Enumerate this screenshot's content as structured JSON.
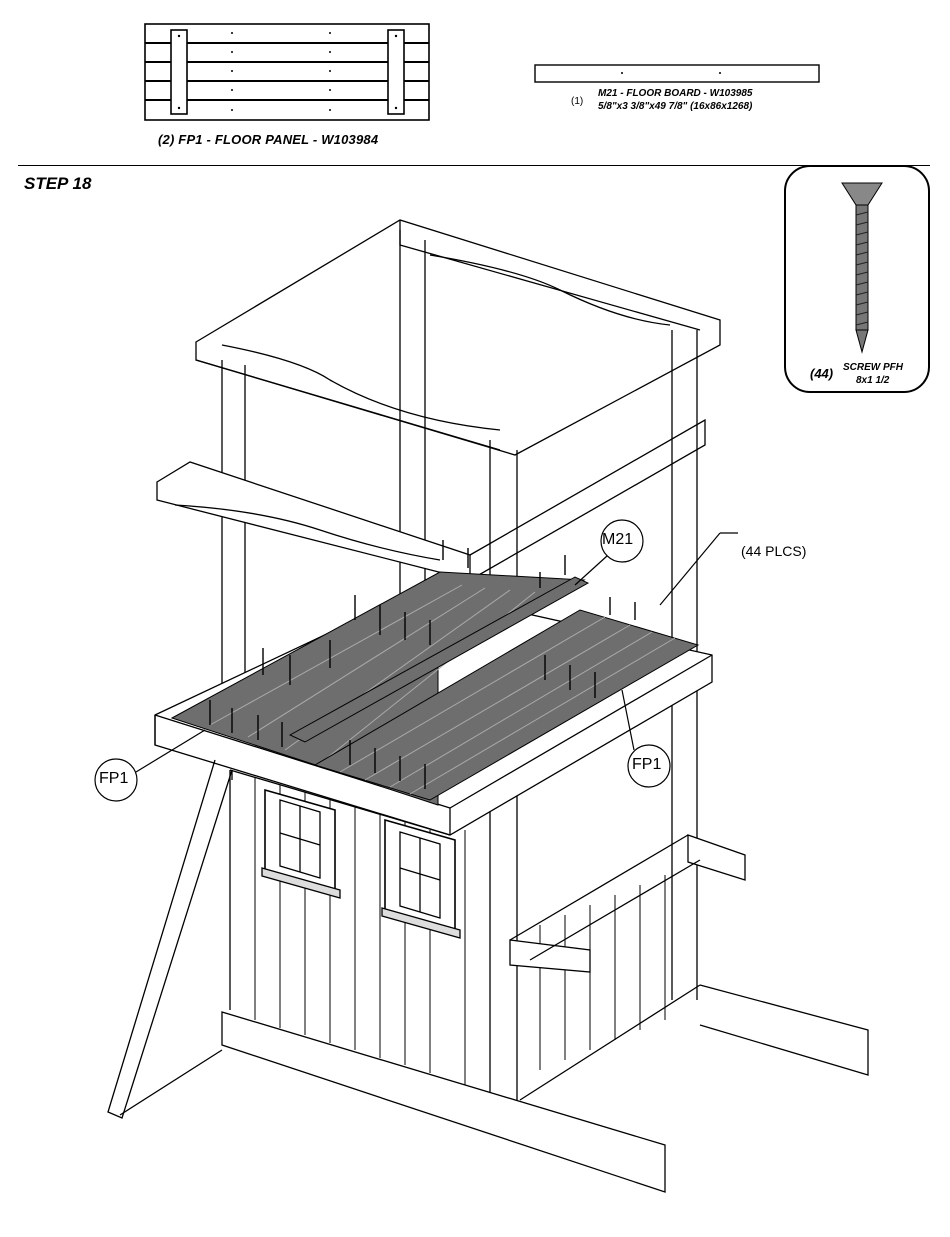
{
  "parts": {
    "floor_panel": {
      "caption": "(2) FP1 - FLOOR PANEL - W103984"
    },
    "floor_board": {
      "qty": "(1)",
      "name": "M21 - FLOOR BOARD - W103985",
      "dims": "5/8\"x3 3/8\"x49 7/8\" (16x86x1268)"
    }
  },
  "step": {
    "title": "STEP 18"
  },
  "hardware": {
    "qty": "(44)",
    "name": "SCREW PFH",
    "size": "8x1 1/2"
  },
  "callouts": {
    "m21": "M21",
    "fp1_left": "FP1",
    "fp1_right": "FP1",
    "places": "(44 PLCS)"
  },
  "colors": {
    "line": "#000000",
    "floor_panel_fill": "#6e6e6e",
    "background": "#ffffff"
  }
}
